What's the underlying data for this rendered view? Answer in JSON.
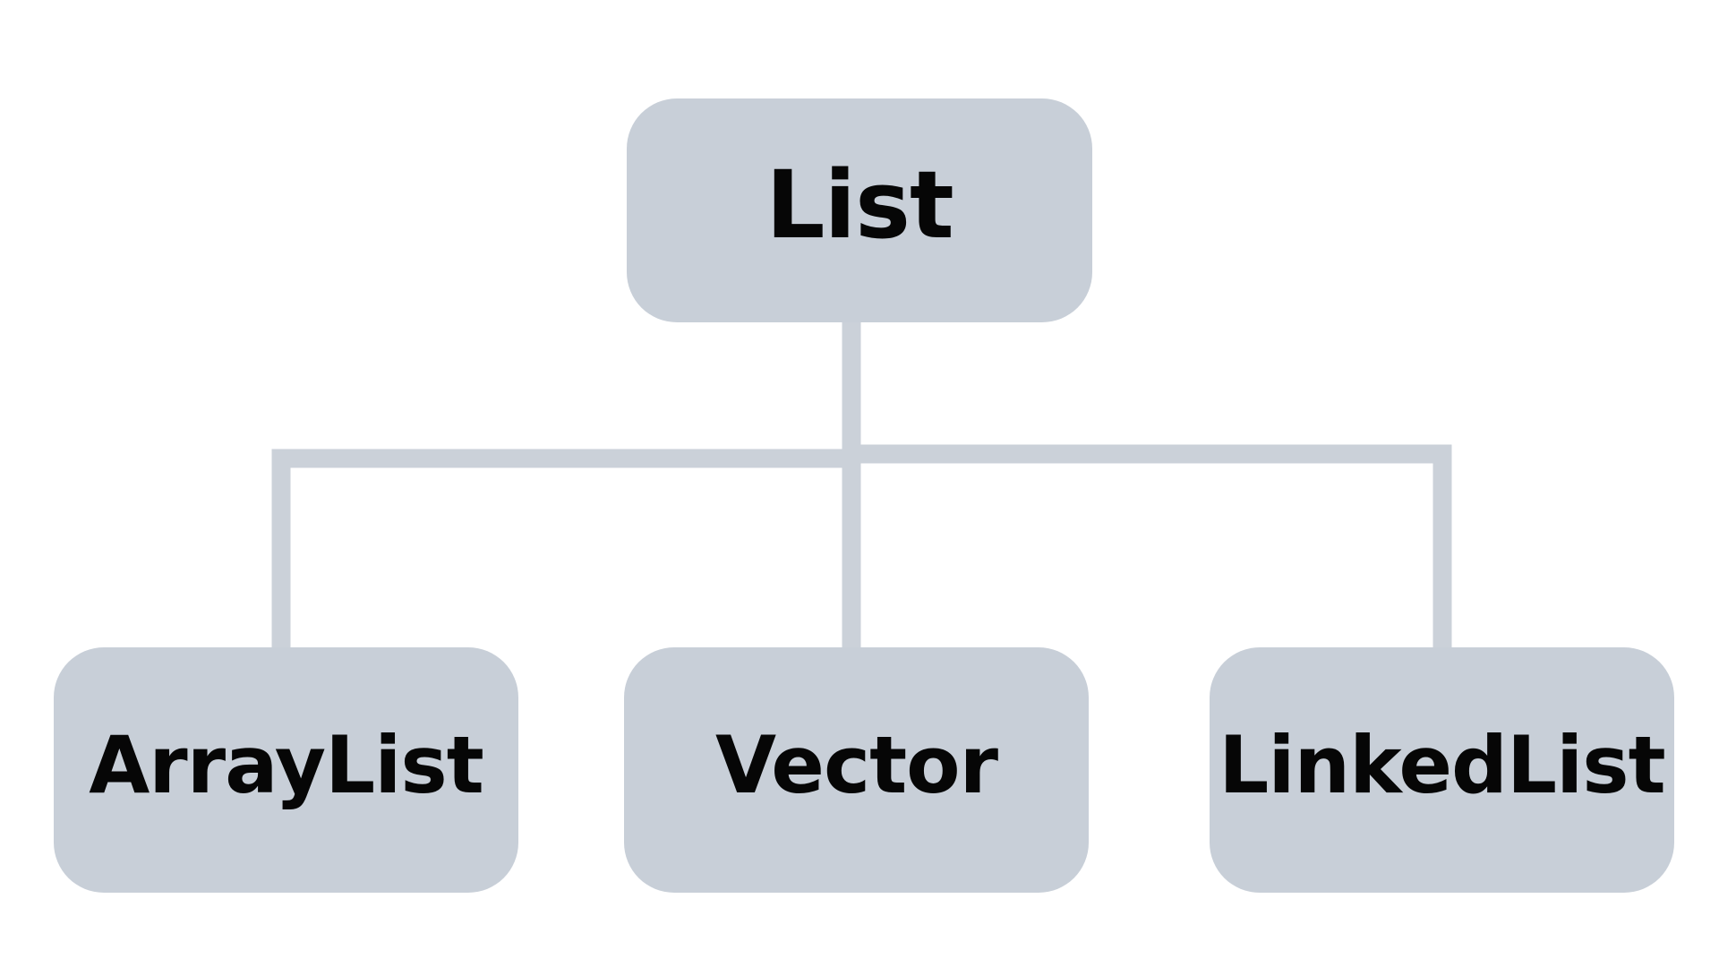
{
  "diagram": {
    "type": "tree",
    "root": {
      "id": "list",
      "label": "List"
    },
    "children": [
      {
        "id": "arraylist",
        "label": "ArrayList"
      },
      {
        "id": "vector",
        "label": "Vector"
      },
      {
        "id": "linkedlist",
        "label": "LinkedList"
      }
    ],
    "edges": [
      {
        "from": "List",
        "to": "ArrayList"
      },
      {
        "from": "List",
        "to": "Vector"
      },
      {
        "from": "List",
        "to": "LinkedList"
      }
    ]
  },
  "colors": {
    "background": "#ffffff",
    "box-fill": "#c8cfd8",
    "connector": "#cbd1d9",
    "label-text": "#060606"
  }
}
